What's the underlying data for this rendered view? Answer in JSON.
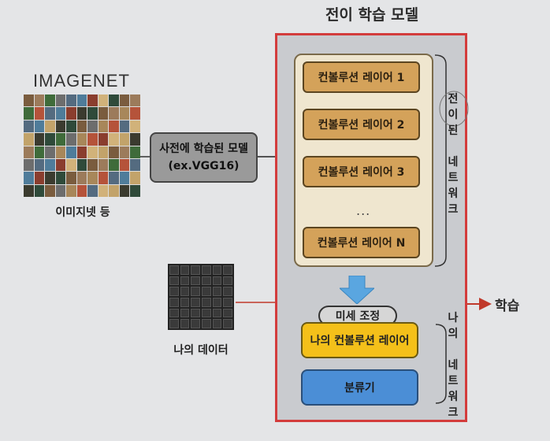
{
  "title": "전이 학습 모델",
  "imagenet": {
    "logo_text": "IMAGENET",
    "caption": "이미지넷 등"
  },
  "pretrained_model": {
    "line1": "사전에 학습된 모델",
    "line2": "(ex.VGG16)"
  },
  "transfer_network": {
    "layers": [
      "컨볼루션 레이어 1",
      "컨볼루션 레이어 2",
      "컨볼루션 레이어 3"
    ],
    "ellipsis": "...",
    "last_layer": "컨볼루션 레이어 N",
    "side_label": [
      "전",
      "이",
      "된",
      "",
      "네",
      "트",
      "워",
      "크"
    ]
  },
  "fine_tuning": "미세 조정",
  "my_network": {
    "conv": "나의 컨볼루션 레이어",
    "classifier": "분류기",
    "side_label": [
      "나",
      "의",
      "",
      "네",
      "트",
      "워",
      "크"
    ]
  },
  "my_data": {
    "caption": "나의 데이터"
  },
  "output": {
    "label": "학습"
  },
  "colors": {
    "frame": "#d33c3c",
    "conv_layer": "#d4a25a",
    "my_conv": "#f4c01a",
    "classifier": "#4b8ed6",
    "arrow": "#5aa6e0"
  },
  "icons": {
    "imagenet_grid": "photo-grid-icon",
    "my_data": "chip-wafer-icon",
    "fine_tune_arrow": "down-arrow-icon"
  }
}
